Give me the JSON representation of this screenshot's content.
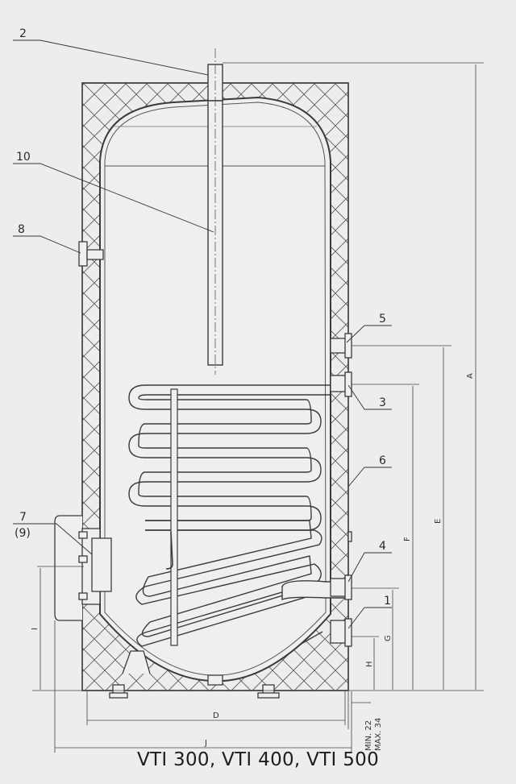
{
  "caption": "VTI 300, VTI 400, VTI 500",
  "callouts": {
    "c1": "1",
    "c2": "2",
    "c3": "3",
    "c4": "4",
    "c5": "5",
    "c6": "6",
    "c7": "7",
    "c9": "(9)",
    "c8": "8",
    "c10": "10"
  },
  "dimensions": {
    "A": "A",
    "E": "E",
    "F": "F",
    "G": "G",
    "H": "H",
    "I": "I",
    "D": "D",
    "J": "J",
    "min": "MIN. 22",
    "max": "MAX. 34"
  },
  "colors": {
    "line": "#3a3a3a",
    "insulation": "#d9d9d9",
    "background": "#eceeed"
  }
}
